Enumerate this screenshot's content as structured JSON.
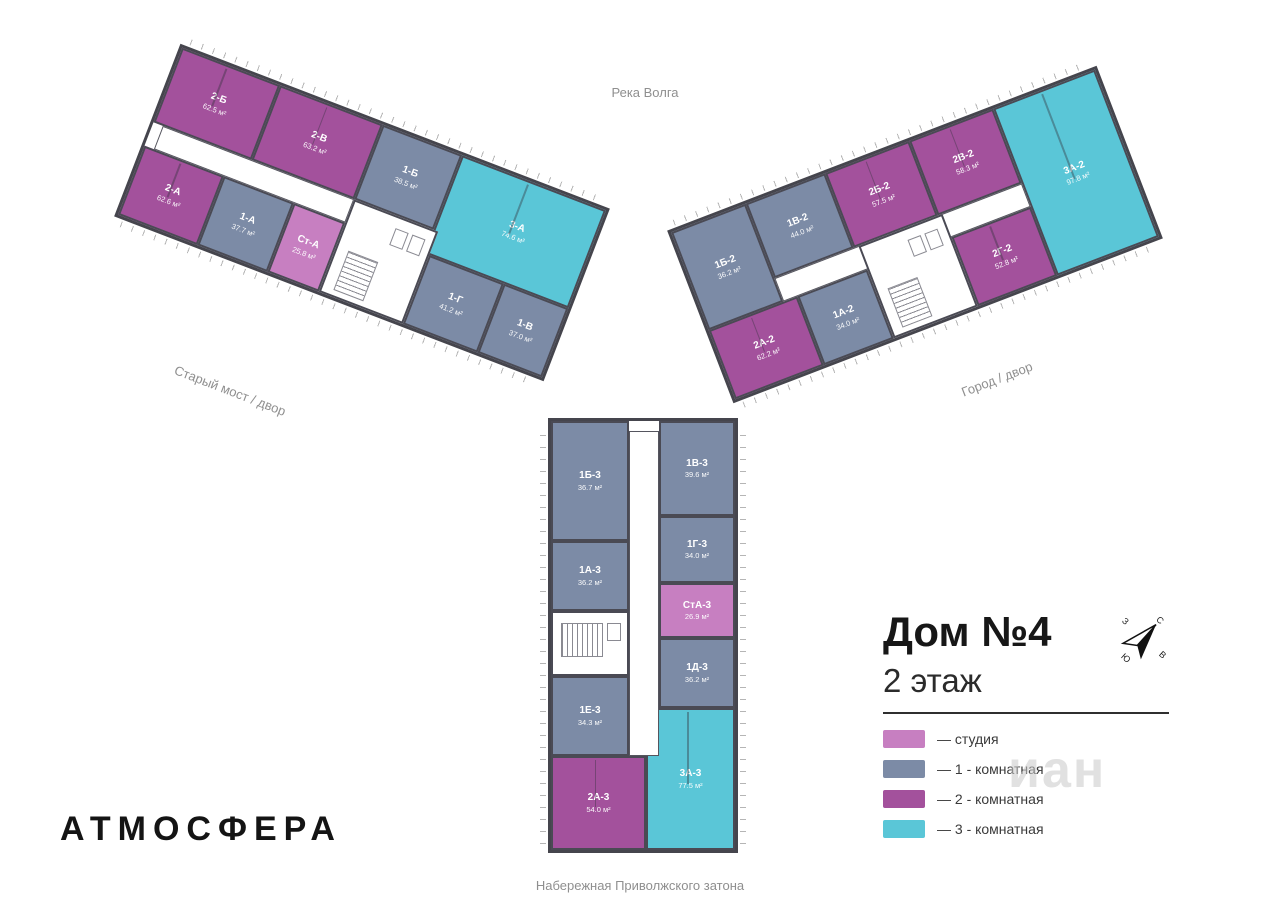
{
  "canvas": {
    "background": "#ffffff"
  },
  "map_labels": {
    "river": "Река Волга",
    "left_street": "Старый мост / двор",
    "right_street": "Город / двор",
    "bottom_street": "Набережная Приволжского затона"
  },
  "logo": "АТМОСФЕРА",
  "info": {
    "title": "Дом №4",
    "floor": "2 этаж"
  },
  "legend": [
    {
      "label": "— студия",
      "color": "#c77fc1"
    },
    {
      "label": "— 1 - комнатная",
      "color": "#7c8ba6"
    },
    {
      "label": "— 2 - комнатная",
      "color": "#a3519c"
    },
    {
      "label": "— 3 - комнатная",
      "color": "#5ac6d7"
    }
  ],
  "compass": {
    "north": "С",
    "east": "В",
    "south": "Ю",
    "west": "З"
  },
  "watermark": "иан",
  "colors": {
    "studio": "#c77fc1",
    "one_room": "#7c8ba6",
    "two_room": "#a3519c",
    "three_room": "#5ac6d7",
    "walls": "#45454d"
  },
  "wings": {
    "left": {
      "units": [
        {
          "code": "2-Б",
          "area": "62.5 м²",
          "type": "two"
        },
        {
          "code": "2-В",
          "area": "63.2 м²",
          "type": "two"
        },
        {
          "code": "1-Б",
          "area": "38.5 м²",
          "type": "one"
        },
        {
          "code": "3-А",
          "area": "74.6 м²",
          "type": "three"
        },
        {
          "code": "2-А",
          "area": "62.6 м²",
          "type": "two"
        },
        {
          "code": "1-А",
          "area": "37.7 м²",
          "type": "one"
        },
        {
          "code": "Ст-А",
          "area": "25.8 м²",
          "type": "studio"
        },
        {
          "code": "1-Г",
          "area": "41.2 м²",
          "type": "one"
        },
        {
          "code": "1-В",
          "area": "37.0 м²",
          "type": "one"
        }
      ]
    },
    "right": {
      "units": [
        {
          "code": "1Б-2",
          "area": "36.2 м²",
          "type": "one"
        },
        {
          "code": "1В-2",
          "area": "44.0 м²",
          "type": "one"
        },
        {
          "code": "2Б-2",
          "area": "57.5 м²",
          "type": "two"
        },
        {
          "code": "2В-2",
          "area": "58.3 м²",
          "type": "two"
        },
        {
          "code": "3А-2",
          "area": "97.8 м²",
          "type": "three"
        },
        {
          "code": "2А-2",
          "area": "62.2 м²",
          "type": "two"
        },
        {
          "code": "1А-2",
          "area": "34.0 м²",
          "type": "one"
        },
        {
          "code": "2Г-2",
          "area": "52.8 м²",
          "type": "two"
        }
      ]
    },
    "bottom": {
      "units": [
        {
          "code": "1Б-3",
          "area": "36.7 м²",
          "type": "one"
        },
        {
          "code": "1В-3",
          "area": "39.6 м²",
          "type": "one"
        },
        {
          "code": "1А-3",
          "area": "36.2 м²",
          "type": "one"
        },
        {
          "code": "1Г-3",
          "area": "34.0 м²",
          "type": "one"
        },
        {
          "code": "СтА-3",
          "area": "26.9 м²",
          "type": "studio"
        },
        {
          "code": "1Д-3",
          "area": "36.2 м²",
          "type": "one"
        },
        {
          "code": "1Е-3",
          "area": "34.3 м²",
          "type": "one"
        },
        {
          "code": "2А-3",
          "area": "54.0 м²",
          "type": "two"
        },
        {
          "code": "3А-3",
          "area": "77.5 м²",
          "type": "three"
        }
      ]
    }
  }
}
